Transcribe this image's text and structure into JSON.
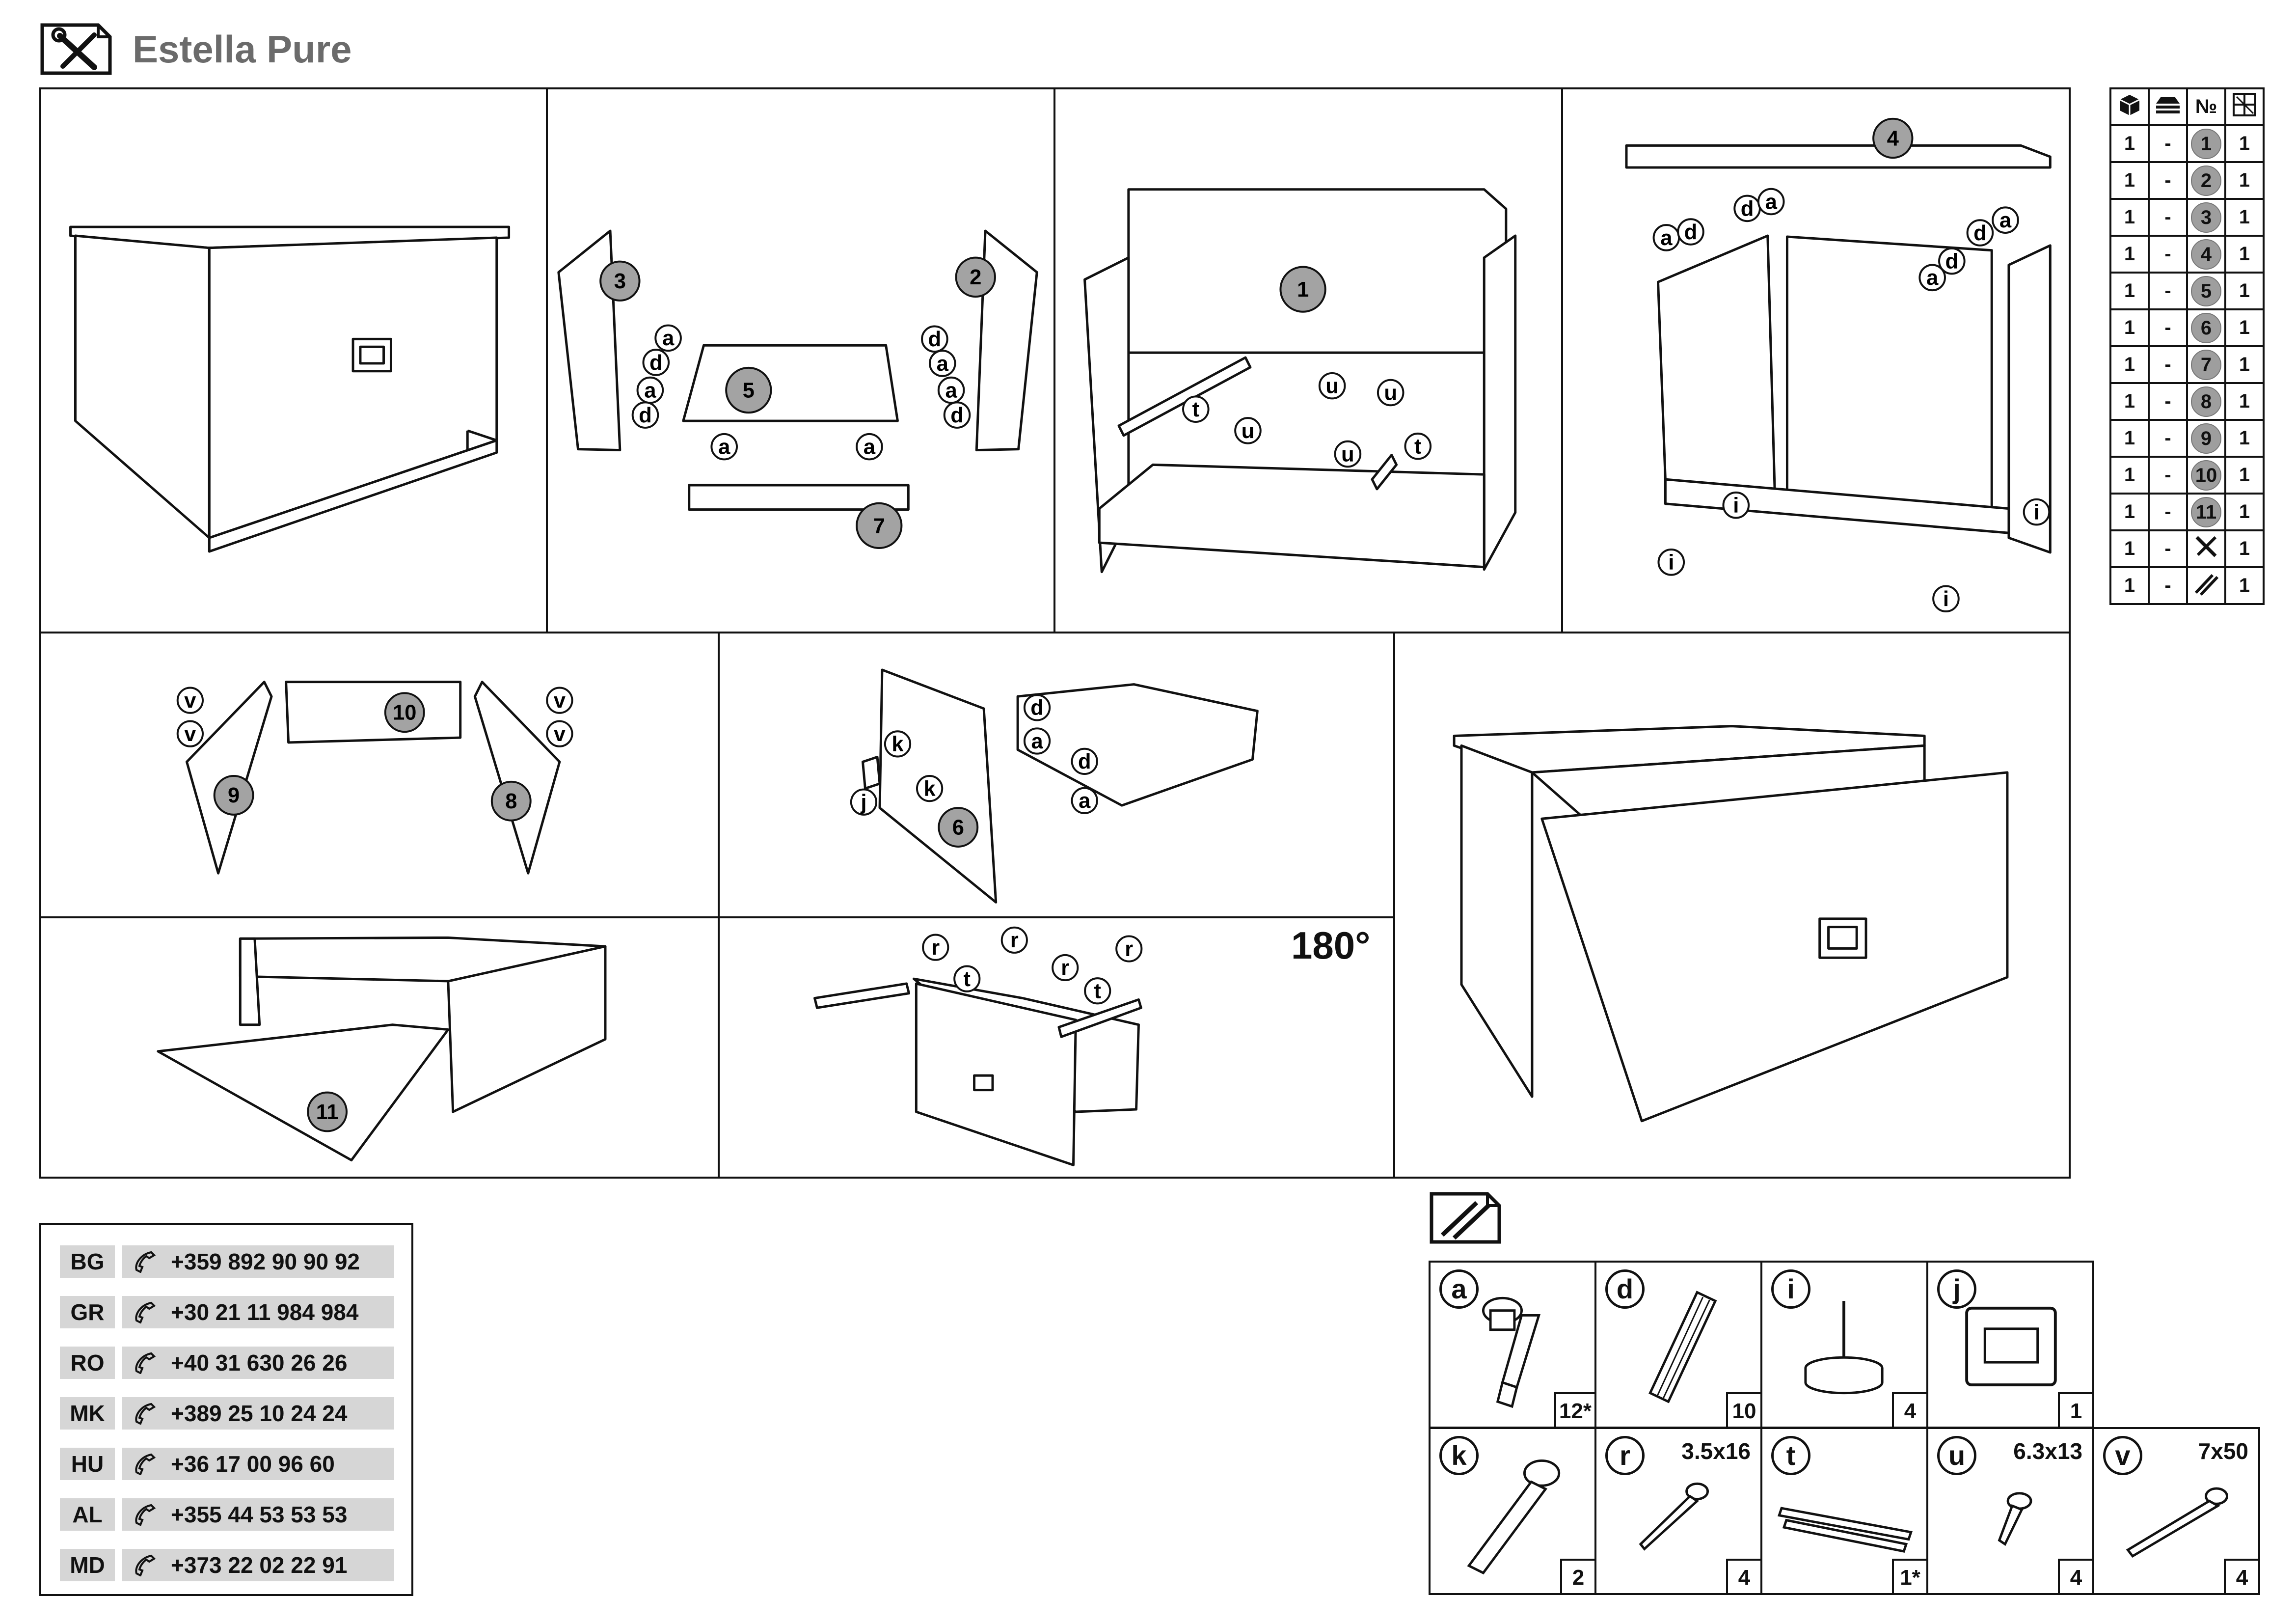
{
  "header": {
    "title": "Estella Pure",
    "icon": "tools-icon"
  },
  "panels": {
    "p2": {
      "parts": [
        "3",
        "2",
        "5",
        "7"
      ],
      "hardware": [
        "a",
        "d",
        "a",
        "d",
        "d",
        "a",
        "a",
        "d",
        "a",
        "a"
      ]
    },
    "p3": {
      "parts": [
        "1"
      ],
      "hardware": [
        "t",
        "u",
        "u",
        "u",
        "u",
        "t"
      ]
    },
    "p4": {
      "parts": [
        "4"
      ],
      "hardware": [
        "a",
        "d",
        "d",
        "a",
        "d",
        "a",
        "a",
        "d",
        "i",
        "i",
        "i",
        "i"
      ]
    },
    "p5": {
      "parts": [
        "10",
        "9",
        "8"
      ],
      "hardware": [
        "v",
        "v",
        "v",
        "v"
      ]
    },
    "p6": {
      "parts": [
        "6"
      ],
      "hardware": [
        "d",
        "a",
        "d",
        "a",
        "k",
        "k",
        "j"
      ]
    },
    "p8": {
      "parts": [
        "11"
      ]
    },
    "p9": {
      "hardware": [
        "r",
        "r",
        "r",
        "r",
        "t",
        "t"
      ],
      "rotation": "180°"
    }
  },
  "parts_table": {
    "header_icons": [
      "box-icon",
      "stack-icon",
      "numero-icon",
      "grid-icon"
    ],
    "header_no": "№",
    "rows": [
      {
        "qty": "1",
        "dash": "-",
        "no": "1",
        "count": "1"
      },
      {
        "qty": "1",
        "dash": "-",
        "no": "2",
        "count": "1"
      },
      {
        "qty": "1",
        "dash": "-",
        "no": "3",
        "count": "1"
      },
      {
        "qty": "1",
        "dash": "-",
        "no": "4",
        "count": "1"
      },
      {
        "qty": "1",
        "dash": "-",
        "no": "5",
        "count": "1"
      },
      {
        "qty": "1",
        "dash": "-",
        "no": "6",
        "count": "1"
      },
      {
        "qty": "1",
        "dash": "-",
        "no": "7",
        "count": "1"
      },
      {
        "qty": "1",
        "dash": "-",
        "no": "8",
        "count": "1"
      },
      {
        "qty": "1",
        "dash": "-",
        "no": "9",
        "count": "1"
      },
      {
        "qty": "1",
        "dash": "-",
        "no": "10",
        "count": "1"
      },
      {
        "qty": "1",
        "dash": "-",
        "no": "11",
        "count": "1"
      }
    ],
    "extra_rows": [
      {
        "qty": "1",
        "dash": "-",
        "icon": "tools-icon",
        "count": "1"
      },
      {
        "qty": "1",
        "dash": "-",
        "icon": "screws-icon",
        "count": "1"
      }
    ]
  },
  "contacts": [
    {
      "code": "BG",
      "phone": "+359 892 90 90 92"
    },
    {
      "code": "GR",
      "phone": "+30 21 11 984 984"
    },
    {
      "code": "RO",
      "phone": "+40 31 630 26 26"
    },
    {
      "code": "MK",
      "phone": "+389 25 10 24 24"
    },
    {
      "code": "HU",
      "phone": "+36 17 00 96 60"
    },
    {
      "code": "AL",
      "phone": "+355 44 53 53 53"
    },
    {
      "code": "MD",
      "phone": "+373 22 02 22 91"
    }
  ],
  "hardware": [
    {
      "letter": "a",
      "qty": "12*",
      "size": "",
      "icon": "cam-lock-icon"
    },
    {
      "letter": "d",
      "qty": "10",
      "size": "",
      "icon": "dowel-icon"
    },
    {
      "letter": "i",
      "qty": "4",
      "size": "",
      "icon": "glide-foot-icon"
    },
    {
      "letter": "j",
      "qty": "1",
      "size": "",
      "icon": "handle-icon"
    },
    {
      "letter": "k",
      "qty": "2",
      "size": "",
      "icon": "bolt-icon"
    },
    {
      "letter": "r",
      "qty": "4",
      "size": "3.5x16",
      "icon": "screw-icon"
    },
    {
      "letter": "t",
      "qty": "1*",
      "size": "",
      "icon": "drawer-runner-icon"
    },
    {
      "letter": "u",
      "qty": "4",
      "size": "6.3x13",
      "icon": "short-screw-icon"
    },
    {
      "letter": "v",
      "qty": "4",
      "size": "7x50",
      "icon": "confirmat-screw-icon"
    }
  ]
}
